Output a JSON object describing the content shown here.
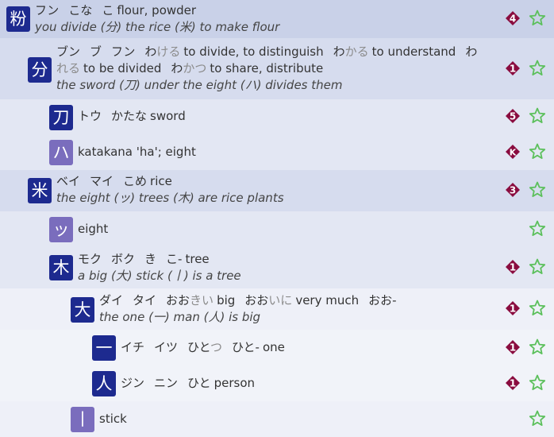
{
  "entries": [
    {
      "kanji": "粉",
      "readings": [
        [
          "フン"
        ],
        [
          "こな"
        ],
        [
          "こ"
        ]
      ],
      "meaning": "flour, powder",
      "mnemonic": "you divide (分) the rice (米) to make flour",
      "badge": "4"
    },
    {
      "kanji": "分",
      "line1": [
        [
          "ブン"
        ],
        [
          "ブ"
        ],
        [
          "フン"
        ],
        [
          "わ",
          "ける"
        ],
        [
          "to divide, to distinguish"
        ],
        [
          "わ",
          "かる"
        ],
        [
          "to understand"
        ],
        [
          "わ"
        ]
      ],
      "line1b": [
        [
          "",
          "れる"
        ],
        [
          "to be divided"
        ],
        [
          "わ",
          "かつ"
        ],
        [
          "to share, distribute"
        ]
      ],
      "mnemonic": "the sword (刀) under the eight (ハ) divides them",
      "badge": "1"
    },
    {
      "kanji": "刀",
      "readings": [
        [
          "トウ"
        ],
        [
          "かたな"
        ]
      ],
      "meaning": "sword",
      "badge": "5"
    },
    {
      "kanji": "ハ",
      "meaning": "katakana 'ha'; eight",
      "badge": "K"
    },
    {
      "kanji": "米",
      "readings": [
        [
          "ベイ"
        ],
        [
          "マイ"
        ],
        [
          "こめ"
        ]
      ],
      "meaning": "rice",
      "mnemonic": "the eight (ッ) trees (木) are rice plants",
      "badge": "3"
    },
    {
      "kanji": "ッ",
      "meaning": "eight"
    },
    {
      "kanji": "木",
      "readings": [
        [
          "モク"
        ],
        [
          "ボク"
        ],
        [
          "き"
        ],
        [
          "こ-"
        ]
      ],
      "meaning": "tree",
      "mnemonic": "a big (大) stick (丨) is a tree",
      "badge": "1"
    },
    {
      "kanji": "大",
      "line1": [
        [
          "ダイ"
        ],
        [
          "タイ"
        ],
        [
          "おお",
          "きい"
        ],
        [
          "big"
        ],
        [
          "おお",
          "いに"
        ],
        [
          "very much"
        ],
        [
          "おお-"
        ]
      ],
      "mnemonic": "the one (一) man (人) is big",
      "badge": "1"
    },
    {
      "kanji": "一",
      "readings": [
        [
          "イチ"
        ],
        [
          "イツ"
        ],
        [
          "ひと",
          "つ"
        ],
        [
          "ひと-"
        ]
      ],
      "meaning": "one",
      "badge": "1"
    },
    {
      "kanji": "人",
      "readings": [
        [
          "ジン"
        ],
        [
          "ニン"
        ],
        [
          "ひと"
        ]
      ],
      "meaning": "person",
      "badge": "1"
    },
    {
      "kanji": "丨",
      "meaning": "stick"
    }
  ],
  "colors": {
    "badge": "#8a0c3f",
    "star": "#5cc05c",
    "kanji_dark": "#1d2a8f",
    "kanji_light": "#7a6dbd"
  },
  "icons": {
    "badge": "diamond-badge-icon",
    "star": "star-outline-icon"
  }
}
